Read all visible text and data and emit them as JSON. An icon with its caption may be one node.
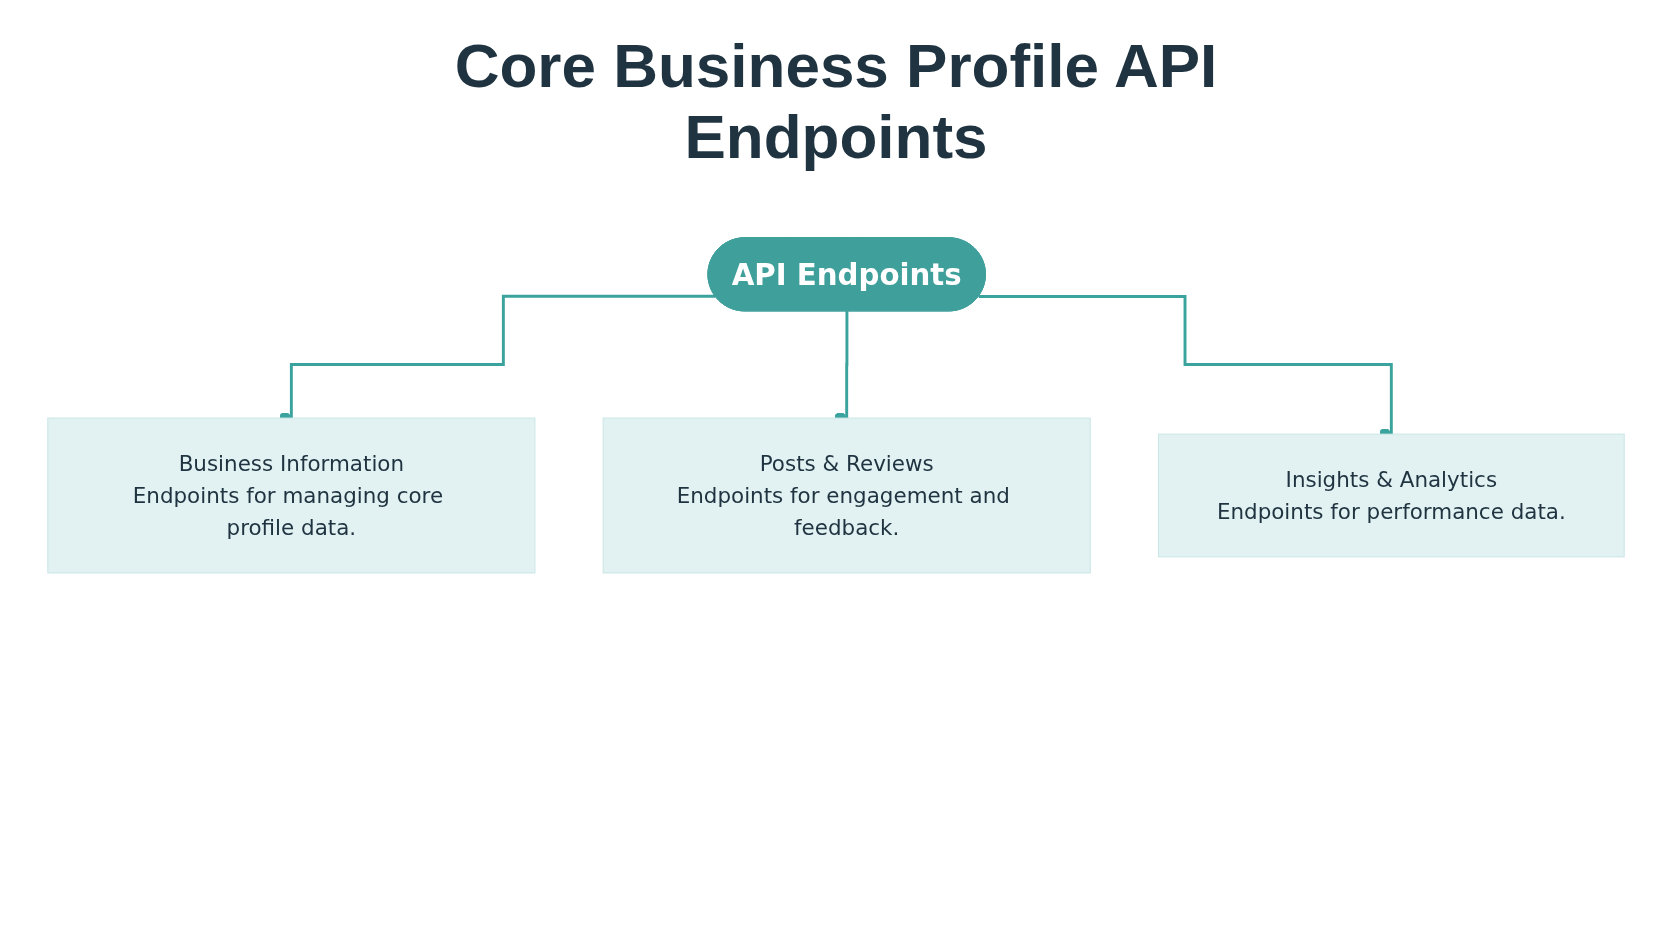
{
  "diagram": {
    "title": "Core Business Profile API Endpoints",
    "nodes": [
      {
        "text": [
          "API Endpoints"
        ]
      },
      {
        "text": [
          "Business Information",
          "Endpoints for managing core profile data."
        ]
      },
      {
        "text": [
          "Posts & Reviews",
          "Endpoints for engagement and feedback."
        ]
      },
      {
        "text": [
          "Insights & Analytics",
          "Endpoints for performance data."
        ]
      }
    ],
    "edges": [
      {
        "from": 0,
        "to": 1,
        "arrow": "other"
      },
      {
        "from": 0,
        "to": 2,
        "arrow": "other"
      },
      {
        "from": 0,
        "to": 3,
        "arrow": "other"
      }
    ]
  }
}
